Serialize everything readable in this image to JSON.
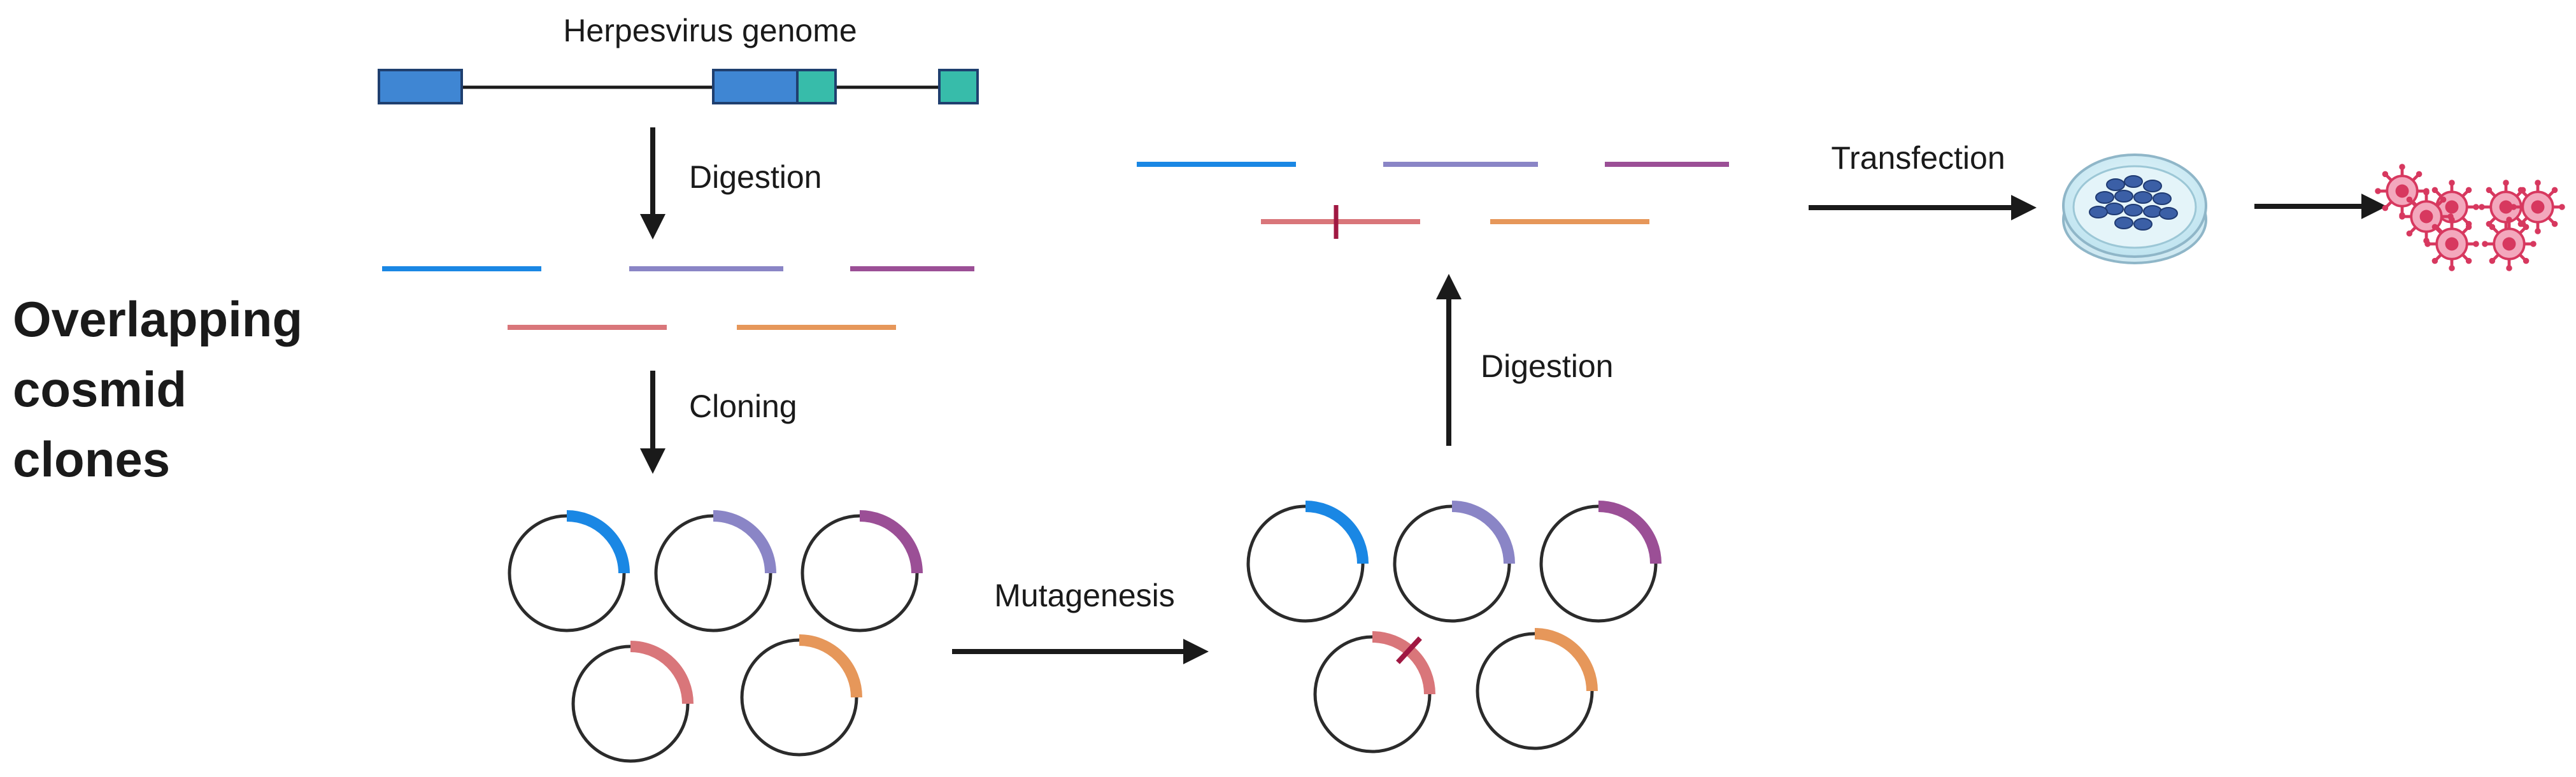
{
  "title": {
    "lines": [
      "Overlapping",
      "cosmid",
      "clones"
    ]
  },
  "labels": {
    "genome": "Herpesvirus genome",
    "digestion_1": "Digestion",
    "cloning": "Cloning",
    "mutagenesis": "Mutagenesis",
    "digestion_2": "Digestion",
    "transfection": "Transfection"
  },
  "colors": {
    "blue": "#1a87e4",
    "lavender": "#8a85c6",
    "purple": "#9b4f96",
    "pink": "#d9767a",
    "orange": "#e6975a",
    "exon_blue": "#3f86d3",
    "exon_teal": "#37bcaa",
    "mutation": "#a01842",
    "arrow": "#1a1a1a",
    "virus": "#d7385f",
    "dish_cell": "#3b5fa6"
  },
  "icons": {
    "genome": "genome-map-icon",
    "plasmid": "cosmid-plasmid-icon",
    "petri_dish": "petri-dish-icon",
    "virus": "virus-particle-icon"
  }
}
